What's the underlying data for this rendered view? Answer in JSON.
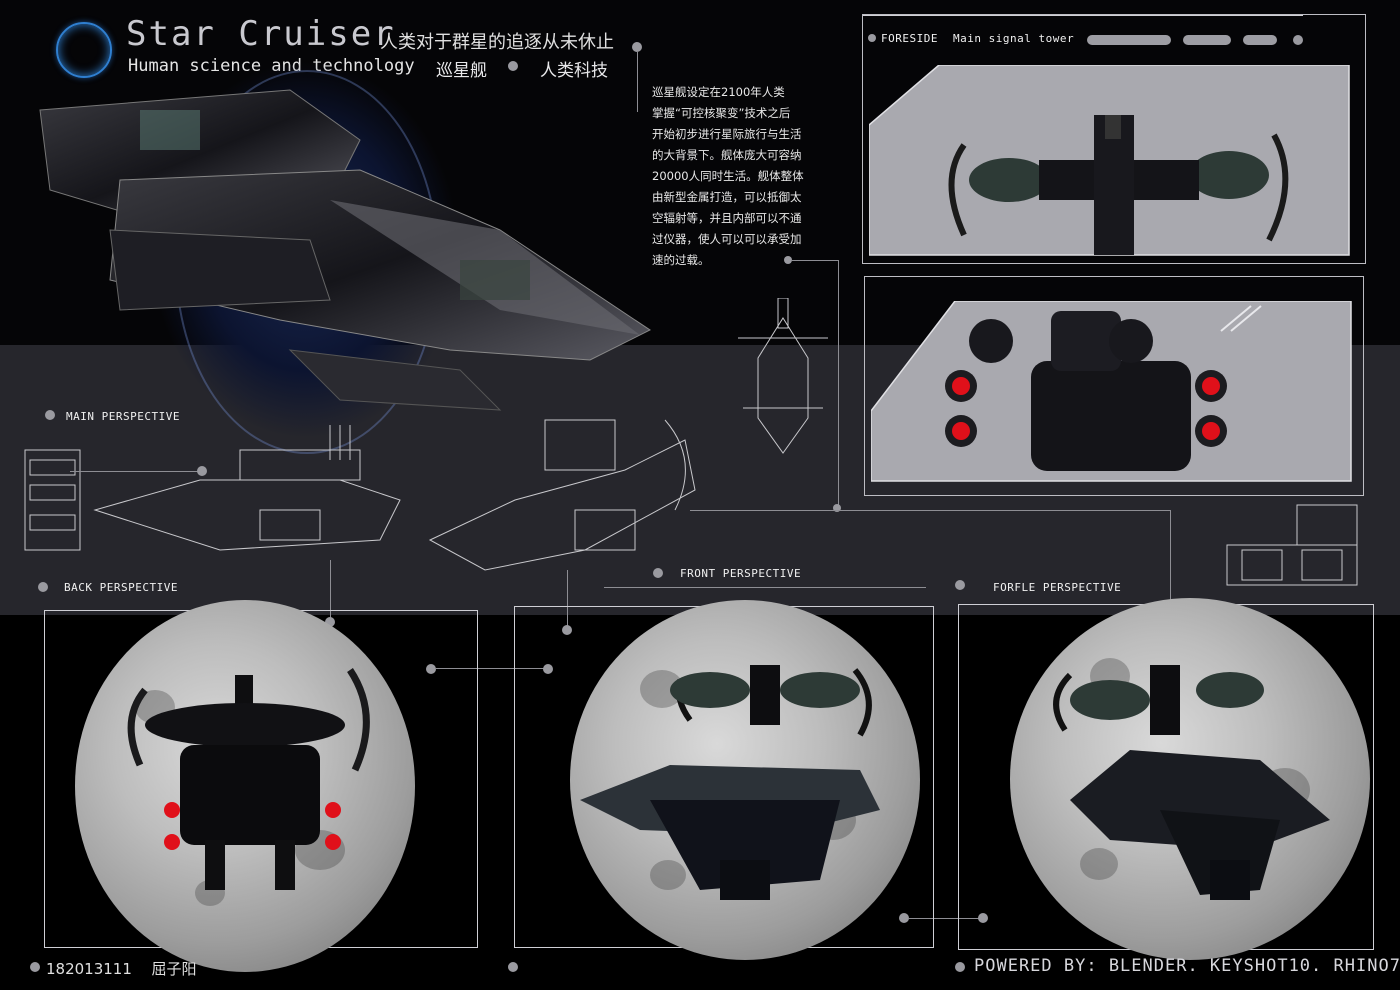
{
  "header": {
    "title": "Star Cruiser",
    "title_cn": "人类对于群星的追逐从未休止",
    "subtitle": "Human science and technology",
    "subtitle_cn_1": "巡星舰",
    "subtitle_cn_2": "人类科技"
  },
  "description": {
    "lines": [
      "巡星舰设定在2100年人类",
      "掌握“可控核聚变”技术之后",
      "开始初步进行星际旅行与生活",
      "的大背景下。舰体庞大可容纳",
      "20000人同时生活。舰体整体",
      "由新型金属打造，可以抵御太",
      "空辐射等，并且内部可以不通",
      "过仪器，使人可以可以承受加",
      "速的过载。"
    ]
  },
  "foreside_panel": {
    "label": "FORESIDE",
    "sublabel": "Main signal tower"
  },
  "perspectives": {
    "main": "MAIN PERSPECTIVE",
    "back": "BACK PERSPECTIVE",
    "front": "FRONT PERSPECTIVE",
    "forfle": "FORFLE PERSPECTIVE"
  },
  "footer": {
    "student_id": "182013111",
    "author": "屈子阳",
    "powered_by": "POWERED BY: BLENDER. KEYSHOT10. RHINO7 ."
  },
  "colors": {
    "background": "#050507",
    "band": "#26262c",
    "accent_blue": "#2f7fd0",
    "engine_red": "#e0101a",
    "panel_gray": "#a9a9af"
  }
}
